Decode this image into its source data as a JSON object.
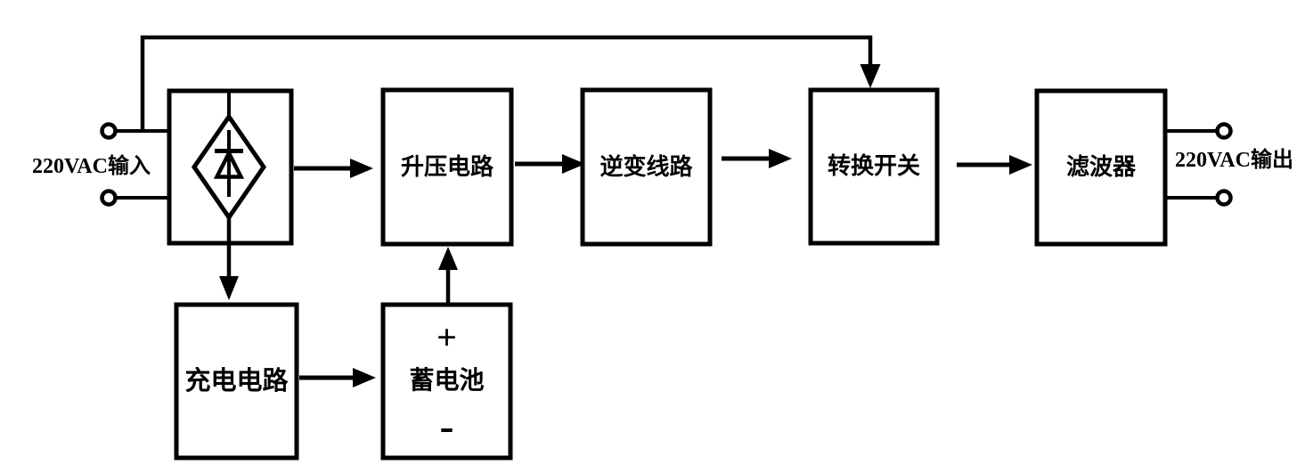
{
  "diagram": {
    "background_color": "#ffffff",
    "line_color": "#000000",
    "input": {
      "label": "220VAC输入"
    },
    "output": {
      "label": "220VAC输出"
    },
    "blocks": {
      "rectifier": {
        "symbol": "diode-bridge-icon"
      },
      "boost": {
        "label": "升压电路"
      },
      "inverter": {
        "label": "逆变线路"
      },
      "transfer_switch": {
        "label": "转换开关"
      },
      "filter": {
        "label": "滤波器"
      },
      "charger": {
        "label": "充电电路"
      },
      "battery": {
        "label": "蓄电池",
        "positive": "+",
        "negative": "-"
      }
    },
    "connections": [
      {
        "from": "ac-input",
        "to": "rectifier"
      },
      {
        "from": "ac-input",
        "to": "transfer_switch",
        "note": "bypass-line"
      },
      {
        "from": "rectifier",
        "to": "boost"
      },
      {
        "from": "boost",
        "to": "inverter"
      },
      {
        "from": "inverter",
        "to": "transfer_switch"
      },
      {
        "from": "transfer_switch",
        "to": "filter"
      },
      {
        "from": "filter",
        "to": "ac-output"
      },
      {
        "from": "rectifier",
        "to": "charger"
      },
      {
        "from": "charger",
        "to": "battery"
      },
      {
        "from": "battery",
        "to": "boost"
      }
    ]
  }
}
